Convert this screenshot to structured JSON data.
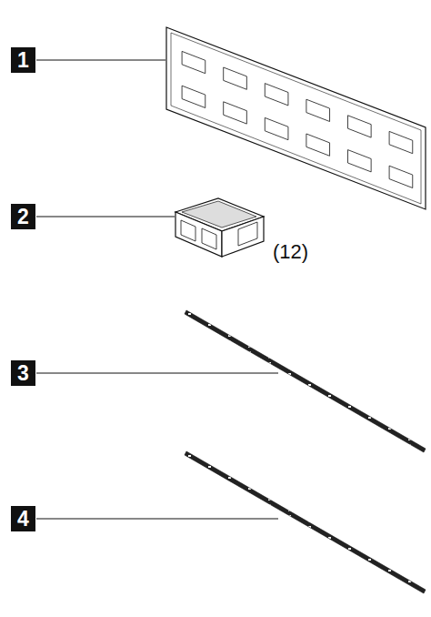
{
  "diagram": {
    "labels": [
      "1",
      "2",
      "(12)",
      "3",
      "4"
    ]
  }
}
